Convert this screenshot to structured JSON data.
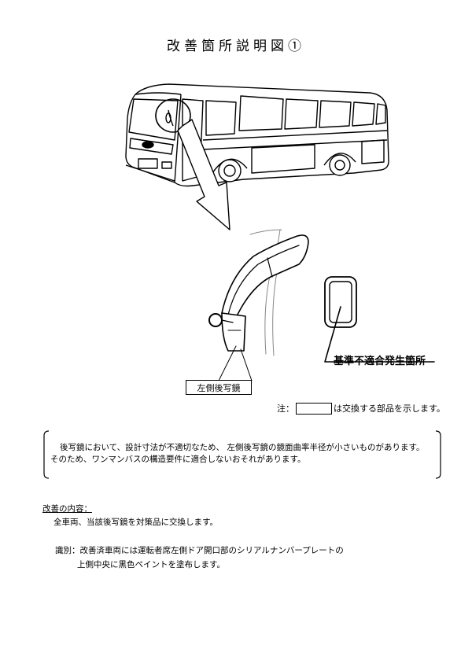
{
  "title": "改善箇所説明図①",
  "mirror_label": "左側後写鏡",
  "issue_label": "基準不適合発生箇所",
  "note": {
    "prefix": "注：",
    "suffix": "は交換する部品を示します。"
  },
  "description": {
    "line1": "後写鏡において、設計寸法が不適切なため、 左側後写鏡の鏡面曲率半径が小さいものがあります。",
    "line2": "そのため、ワンマンバスの構造要件に適合しないおそれがあります。"
  },
  "improvement": {
    "heading": "改善の内容：",
    "body": "全車両、当該後写鏡を対策品に交換します。",
    "ident_line1": "識別：改善済車両には運転者席左側ドア開口部のシリアルナンバープレートの",
    "ident_line2": "上側中央に黒色ペイントを塗布します。"
  }
}
